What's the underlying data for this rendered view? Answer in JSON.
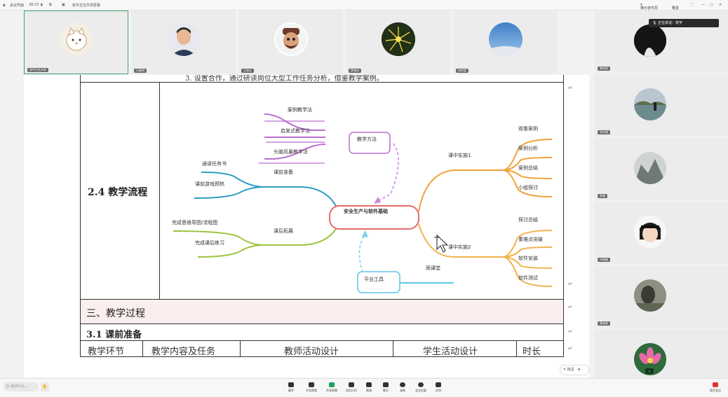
{
  "titlebar": {
    "app_name": "会议界面",
    "timer": "38:23",
    "share_notice": "张宇正在共享屏幕",
    "layout_label": "演示者布局",
    "settings_label": "设置"
  },
  "speaking": "正在讲话：张宇",
  "participants_top": [
    {
      "name": "张宇正在共享",
      "avatar": "cat"
    },
    {
      "name": "乐春明",
      "avatar": "man"
    },
    {
      "name": "王恩义",
      "avatar": "cartoon"
    },
    {
      "name": "李铭舟",
      "avatar": "flower"
    },
    {
      "name": "祥树君",
      "avatar": "sky"
    }
  ],
  "participants_right": [
    {
      "name": "黎铭然",
      "avatar": "dark"
    },
    {
      "name": "李佳瑜",
      "avatar": "lake"
    },
    {
      "name": "陈晨",
      "avatar": "mountain"
    },
    {
      "name": "何丽敏",
      "avatar": "girl"
    },
    {
      "name": "黄瑞青",
      "avatar": "photo"
    },
    {
      "name": "",
      "avatar": "lotus"
    }
  ],
  "document": {
    "top_cut_text": "3. 设置合作，通过研读岗位大型工作任务分析，借鉴教学案例。",
    "section_24": "2.4 教学流程",
    "section_3": "三、教学过程",
    "section_31": "3.1 课前准备",
    "table_headers": [
      "教学环节",
      "教学内容及任务",
      "教师活动设计",
      "学生活动设计",
      "时长"
    ],
    "mindmap": {
      "center": "安全生产与软件基础",
      "teaching_methods": "教学方法",
      "methods": [
        "案例教学法",
        "启发式教学法",
        "头脑风暴教学法"
      ],
      "preclass": "课前准备",
      "preclass_items": [
        "通读任务书",
        "课前游戏预热"
      ],
      "postclass": "课后拓展",
      "postclass_items": [
        "完成思维导图/流程图",
        "完成课后练习"
      ],
      "platform": "平台工具",
      "platform_item": "雨课堂",
      "impl1": "课中实施1",
      "impl1_items": [
        "观看案例",
        "案例分析",
        "案例总结",
        "小组探讨"
      ],
      "impl2": "课中实施2",
      "impl2_items": [
        "探讨总结",
        "重难点突破",
        "软件安装",
        "软件测试"
      ]
    },
    "annotate_label": "批注"
  },
  "toolbar": {
    "chat_placeholder": "说点什么...",
    "items": [
      "静音",
      "开启视频",
      "共享屏幕",
      "成员(16)",
      "邀请",
      "聊天",
      "录制",
      "会议纪要",
      "应用"
    ],
    "leave": "离开会议"
  },
  "colors": {
    "tile_highlight": "#3fa66e",
    "purple": "#b96fd1",
    "teal": "#2b9ec5",
    "green": "#9dc43c",
    "orange": "#f0a23b",
    "center_border": "#e26b6b",
    "section_bg": "#fbeeee",
    "leave_red": "#e0322e"
  }
}
